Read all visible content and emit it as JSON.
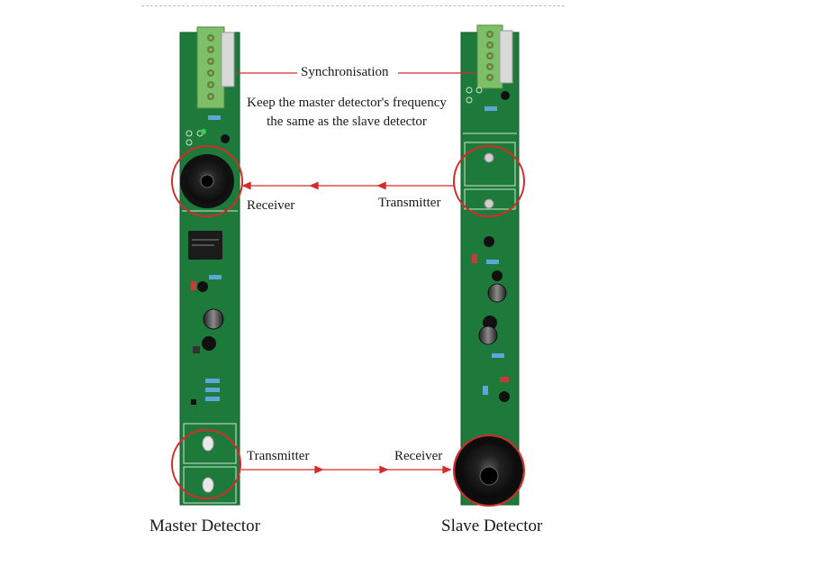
{
  "labels": {
    "synchronisation": "Synchronisation",
    "note_line1": "Keep the master detector's frequency",
    "note_line2": "the same as the slave detector",
    "top_receiver": "Receiver",
    "top_transmitter": "Transmitter",
    "bottom_transmitter": "Transmitter",
    "bottom_receiver": "Receiver",
    "master_caption": "Master Detector",
    "slave_caption": "Slave Detector"
  },
  "colors": {
    "pcb_green": "#1e7a3a",
    "annotation_red": "#d62a2a",
    "terminal_green": "#7fbf6a"
  }
}
